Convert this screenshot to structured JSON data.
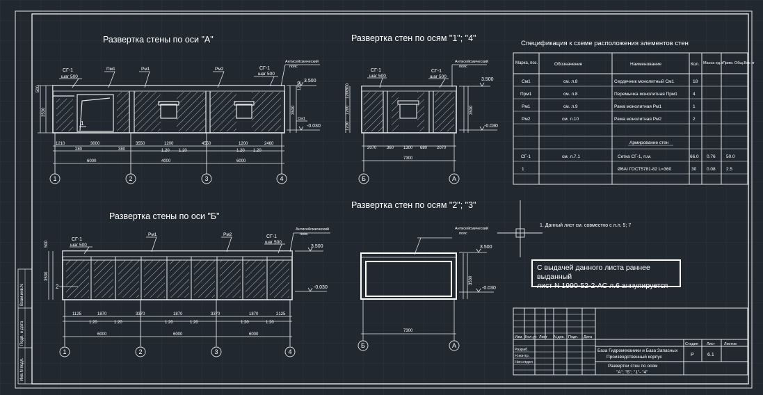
{
  "colors": {
    "background": "#212830",
    "grid": "#2c333c",
    "lines": "#e6e6e6",
    "highlight": "#ffffff"
  },
  "views": {
    "a": {
      "title": "Развертка стены по оси  \"А\""
    },
    "v14": {
      "title": "Развертка стен по осям  \"1\"; \"4\""
    },
    "b": {
      "title": "Развертка стены по оси  \"Б\""
    },
    "v23": {
      "title": "Развертка стен по осям  \"2\"; \"3\""
    }
  },
  "labels": {
    "sg1": "СГ-1",
    "step500": "шаг 500",
    "belt": "Антисейсмический",
    "belt2": "пояс",
    "lvl3500": "3.500",
    "lvl0030": "-0.030",
    "sm1": "См1",
    "pm1": "Пм1",
    "rm1": "Рм1",
    "rm2": "Рм2",
    "n1": "1",
    "n2": "2",
    "h500": "500",
    "h3530": "3530",
    "h1230": "1230",
    "h1200": "1200"
  },
  "dims": {
    "a_row": [
      "1210",
      "280",
      "3000",
      "380",
      "3550",
      "1200",
      "4550",
      "1200",
      "2460"
    ],
    "a_small": [
      "1.20",
      "1.20",
      "1.20",
      "1.20"
    ],
    "a_axes": [
      "6000",
      "4000",
      "6000"
    ],
    "v14_row": [
      "2070",
      "360",
      "1300",
      "680",
      "2070"
    ],
    "v14_total": "7300",
    "b_row": [
      "1125",
      "1870",
      "3370",
      "1870",
      "3370",
      "1870",
      "2125"
    ],
    "b_small": [
      "1.20",
      "1.20",
      "1.20",
      "1.20",
      "1.20",
      "1.20"
    ],
    "b_axes": [
      "6000",
      "6000",
      "6000"
    ],
    "v23_total": "7300"
  },
  "axes": {
    "a": [
      "1",
      "2",
      "3",
      "4"
    ],
    "v14": [
      "Б",
      "А"
    ],
    "b": [
      "1",
      "2",
      "3",
      "4"
    ],
    "v23": [
      "Б",
      "А"
    ]
  },
  "spec": {
    "title": "Спецификация к схеме расположения элементов стен",
    "headers": {
      "mark": "Марка, поз.",
      "designation": "Обозначение",
      "name": "Наименование",
      "qty": "Кол.",
      "mass": "Масса ед.кг",
      "note": "Прим. Общ.Вес кг"
    },
    "rows": [
      {
        "mark": "См1",
        "designation": "см. л.8",
        "name": "Сердечник монолитный См1",
        "qty": "18",
        "mass": "",
        "note": ""
      },
      {
        "mark": "Прм1",
        "designation": "см. л.8",
        "name": "Перемычка монолитная Прм1",
        "qty": "4",
        "mass": "",
        "note": ""
      },
      {
        "mark": "Рм1",
        "designation": "см. л.9",
        "name": "Рама монолитная Рм1",
        "qty": "1",
        "mass": "",
        "note": ""
      },
      {
        "mark": "Рм2",
        "designation": "см. л.10",
        "name": "Рама монолитная Рм2",
        "qty": "2",
        "mass": "",
        "note": ""
      }
    ],
    "section": "Армирование стен",
    "rows2": [
      {
        "mark": "СГ-1",
        "designation": "см. л.7.1",
        "name": "Сетка СГ-1,  п.м.",
        "qty": "66.0",
        "mass": "0.76",
        "note": "50.0"
      },
      {
        "mark": "1",
        "designation": "",
        "name": "Ø6АI ГОСТ5781-82 L=360",
        "qty": "30",
        "mass": "0.08",
        "note": "2.5"
      }
    ]
  },
  "notes": {
    "note1": "1. Данный лист см. совместно с л.л. 5; 7",
    "box_line1": "С выдачей данного листа раннее выданный",
    "box_line2": "лист N 1990-52-2-АС  л.6 аннулируется"
  },
  "stamp": {
    "col_headers": [
      "Изм.",
      "Кол.уч",
      "Лист",
      "N.док.",
      "Подп.",
      "Дата"
    ],
    "roles": [
      "Разраб.",
      "Н.контр.",
      "Нач.отдел"
    ],
    "org_line1": "База Гидромеханики и База Запасных",
    "org_line2": "Производственный корпус",
    "sheet_title1": "Развертки стен по осям",
    "sheet_title2": "\"А\"; \"Б\"; \"1\"- \"4\"",
    "stage_label": "Стадия",
    "sheet_label": "Лист",
    "sheets_label": "Листов",
    "stage": "Р",
    "sheet": "6.1",
    "sheets": ""
  },
  "side_stamp": [
    "Взам.инв.N",
    "Подп. и дата",
    "Инв.N подл."
  ]
}
